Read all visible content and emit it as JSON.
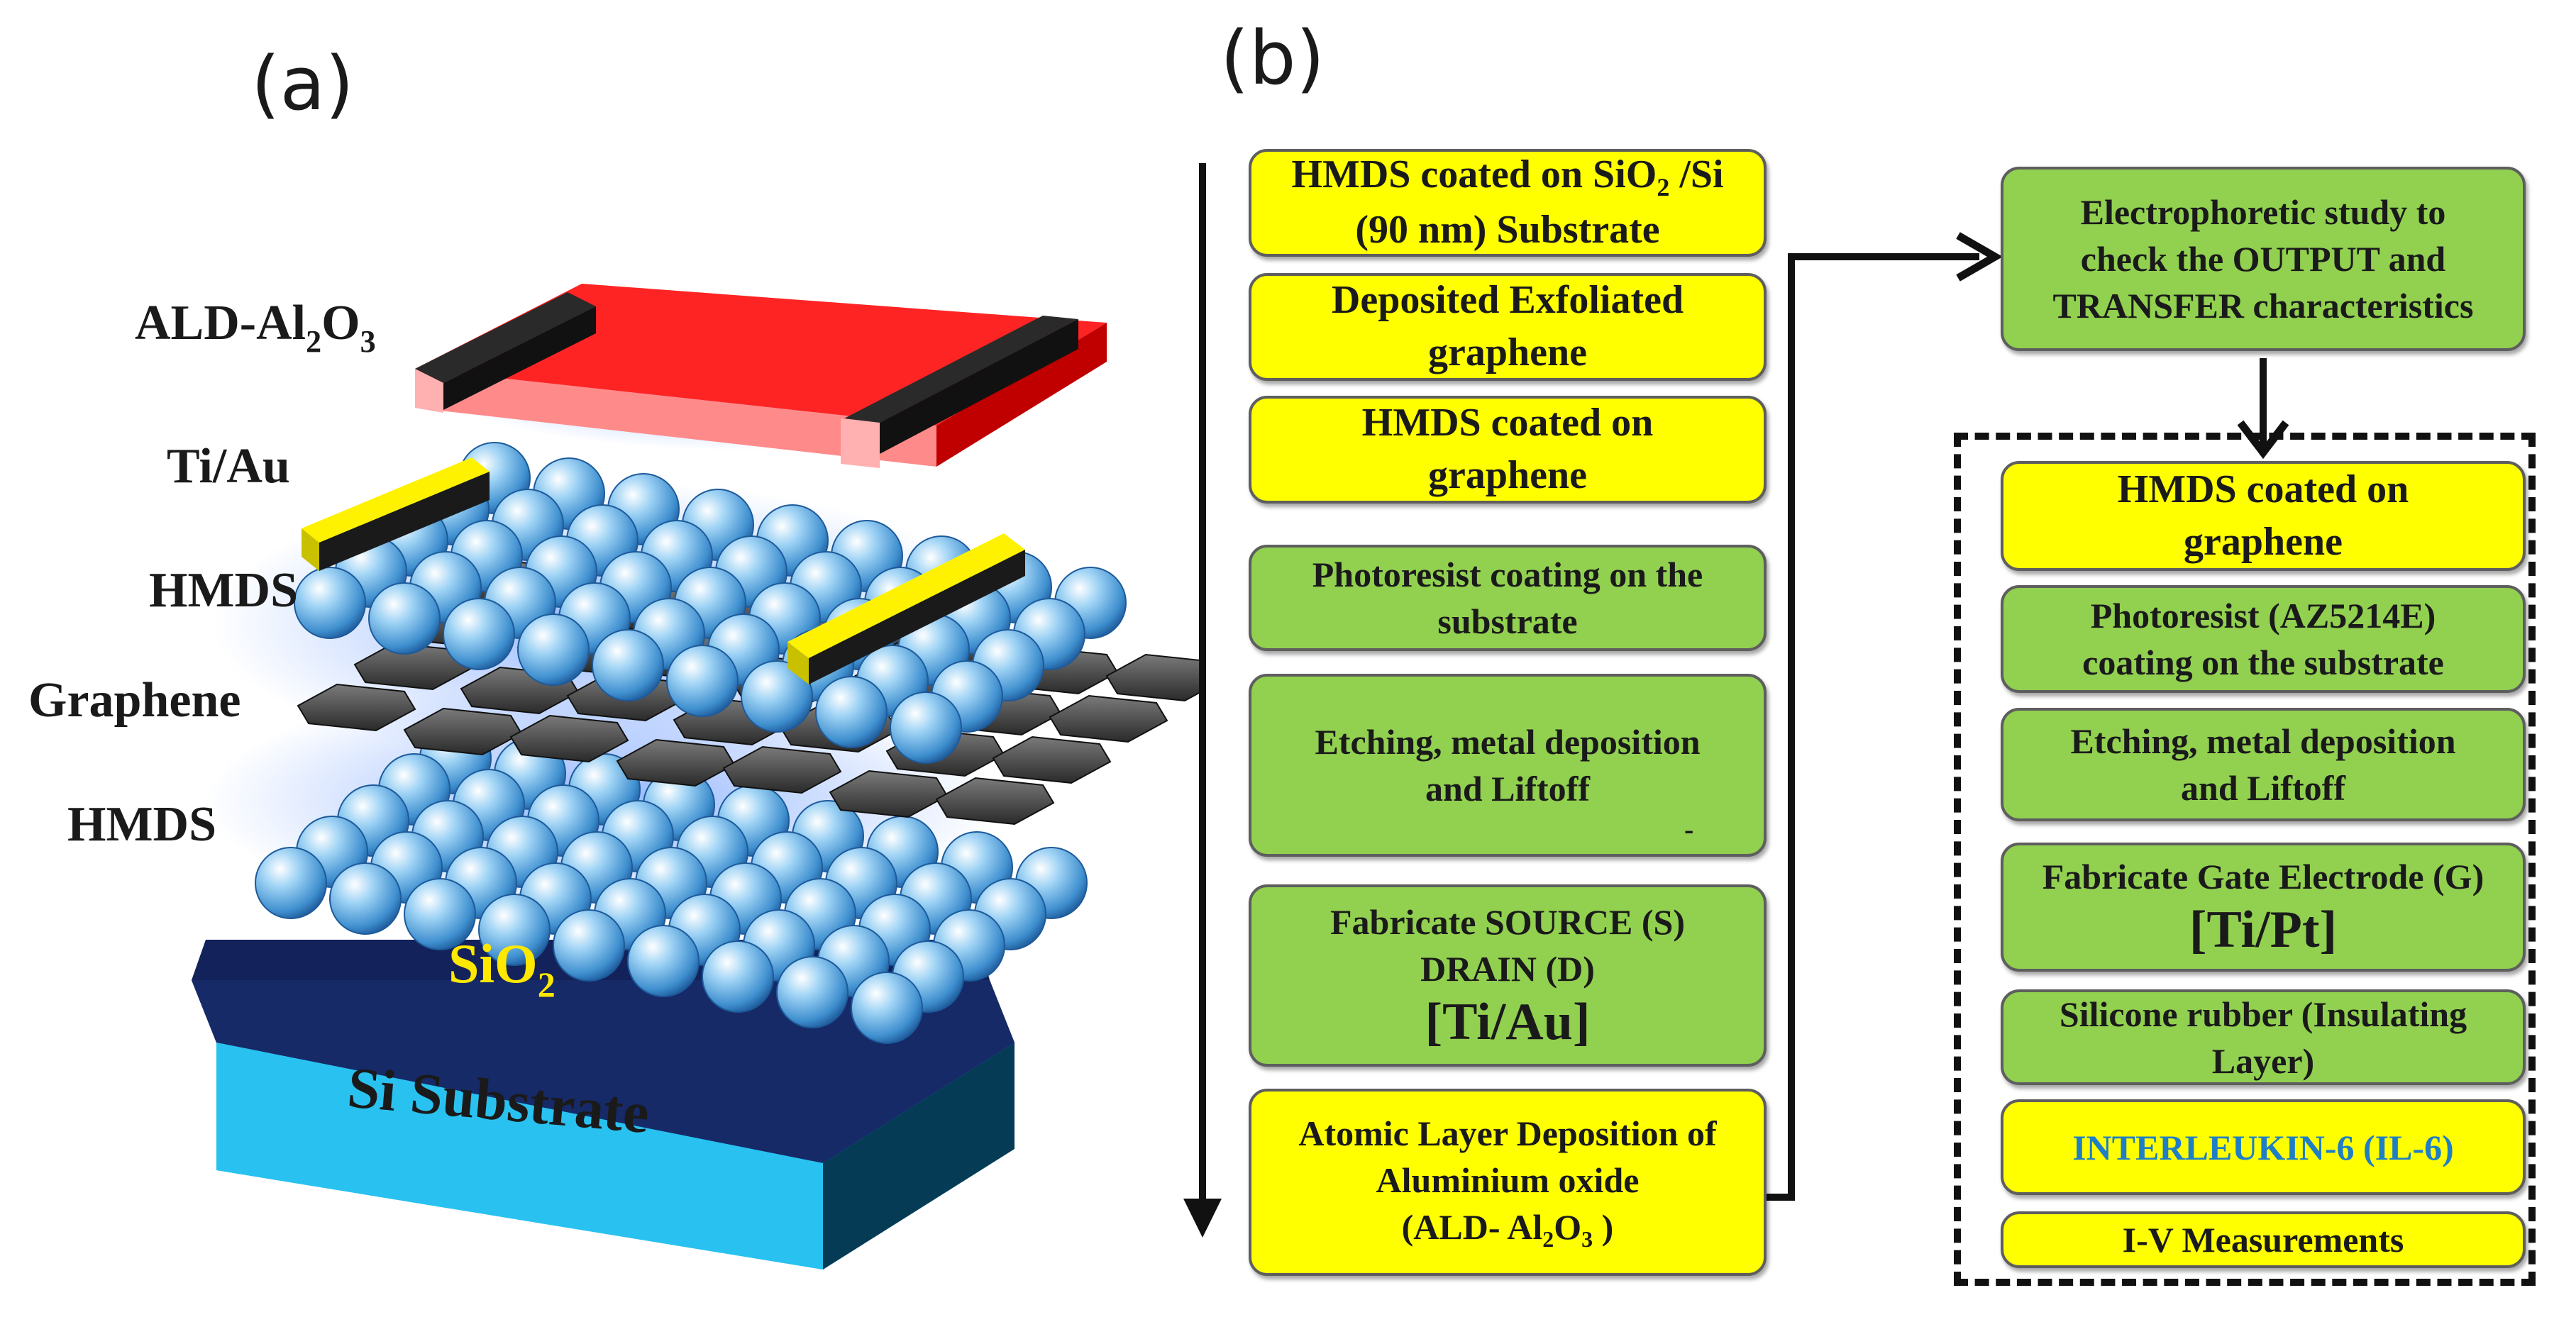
{
  "panel_a": {
    "label": "(a)",
    "layers": {
      "ald": {
        "main": "ALD-Al",
        "sub": "2",
        "tail": "O",
        "sub2": "3"
      },
      "tiau": "Ti/Au",
      "hmds_top": "HMDS",
      "graphene": "Graphene",
      "hmds_bottom": "HMDS",
      "sio2": {
        "main": "SiO",
        "sub": "2"
      },
      "si": "Si Substrate"
    },
    "colors": {
      "electrode": "#ff2020",
      "contact": "#ffef00",
      "sphere": "#4aa3df",
      "sio2": "#1a2f6e",
      "si": "#29c2f0"
    }
  },
  "panel_b": {
    "label": "(b)",
    "left_column": {
      "step1": {
        "line1_a": "HMDS coated on SiO",
        "line1_sub": "2",
        "line1_b": " /Si",
        "line2": "(90 nm) Substrate"
      },
      "step2": {
        "line1": "Deposited Exfoliated",
        "line2": "graphene"
      },
      "step3": {
        "line1": "HMDS coated on",
        "line2": "graphene"
      },
      "step4": {
        "line1": "Photoresist coating on the",
        "line2": "substrate"
      },
      "step5": {
        "line1": "Etching, metal deposition",
        "line2": "and Liftoff",
        "mark": "-"
      },
      "step6": {
        "line1": "Fabricate SOURCE (S)",
        "line2": "DRAIN (D)",
        "line3": "[Ti/Au]"
      },
      "step7": {
        "line1": "Atomic Layer Deposition of",
        "line2": "Aluminium oxide",
        "line3_a": "(ALD- Al",
        "line3_sub1": "2",
        "line3_b": "O",
        "line3_sub2": "3",
        "line3_c": " )"
      }
    },
    "top_right": {
      "line1": "Electrophoretic study to",
      "line2": "check the OUTPUT  and",
      "line3": "TRANSFER characteristics"
    },
    "right_column": {
      "step1": {
        "line1": "HMDS coated on",
        "line2": "graphene"
      },
      "step2": {
        "line1": "Photoresist (AZ5214E)",
        "line2": "coating on the substrate"
      },
      "step3": {
        "line1": "Etching, metal deposition",
        "line2": "and Liftoff"
      },
      "step4": {
        "line1": "Fabricate Gate Electrode (G)",
        "line2": "[Ti/Pt]"
      },
      "step5": {
        "line1": "Silicone rubber (Insulating",
        "line2": "Layer)"
      },
      "step6": {
        "line1": "INTERLEUKIN-6 (IL-6)"
      },
      "step7": {
        "line1": "I-V Measurements"
      }
    },
    "colors": {
      "yellow": "#ffff00",
      "green": "#92d050",
      "blue_text": "#1f7fc4"
    }
  }
}
